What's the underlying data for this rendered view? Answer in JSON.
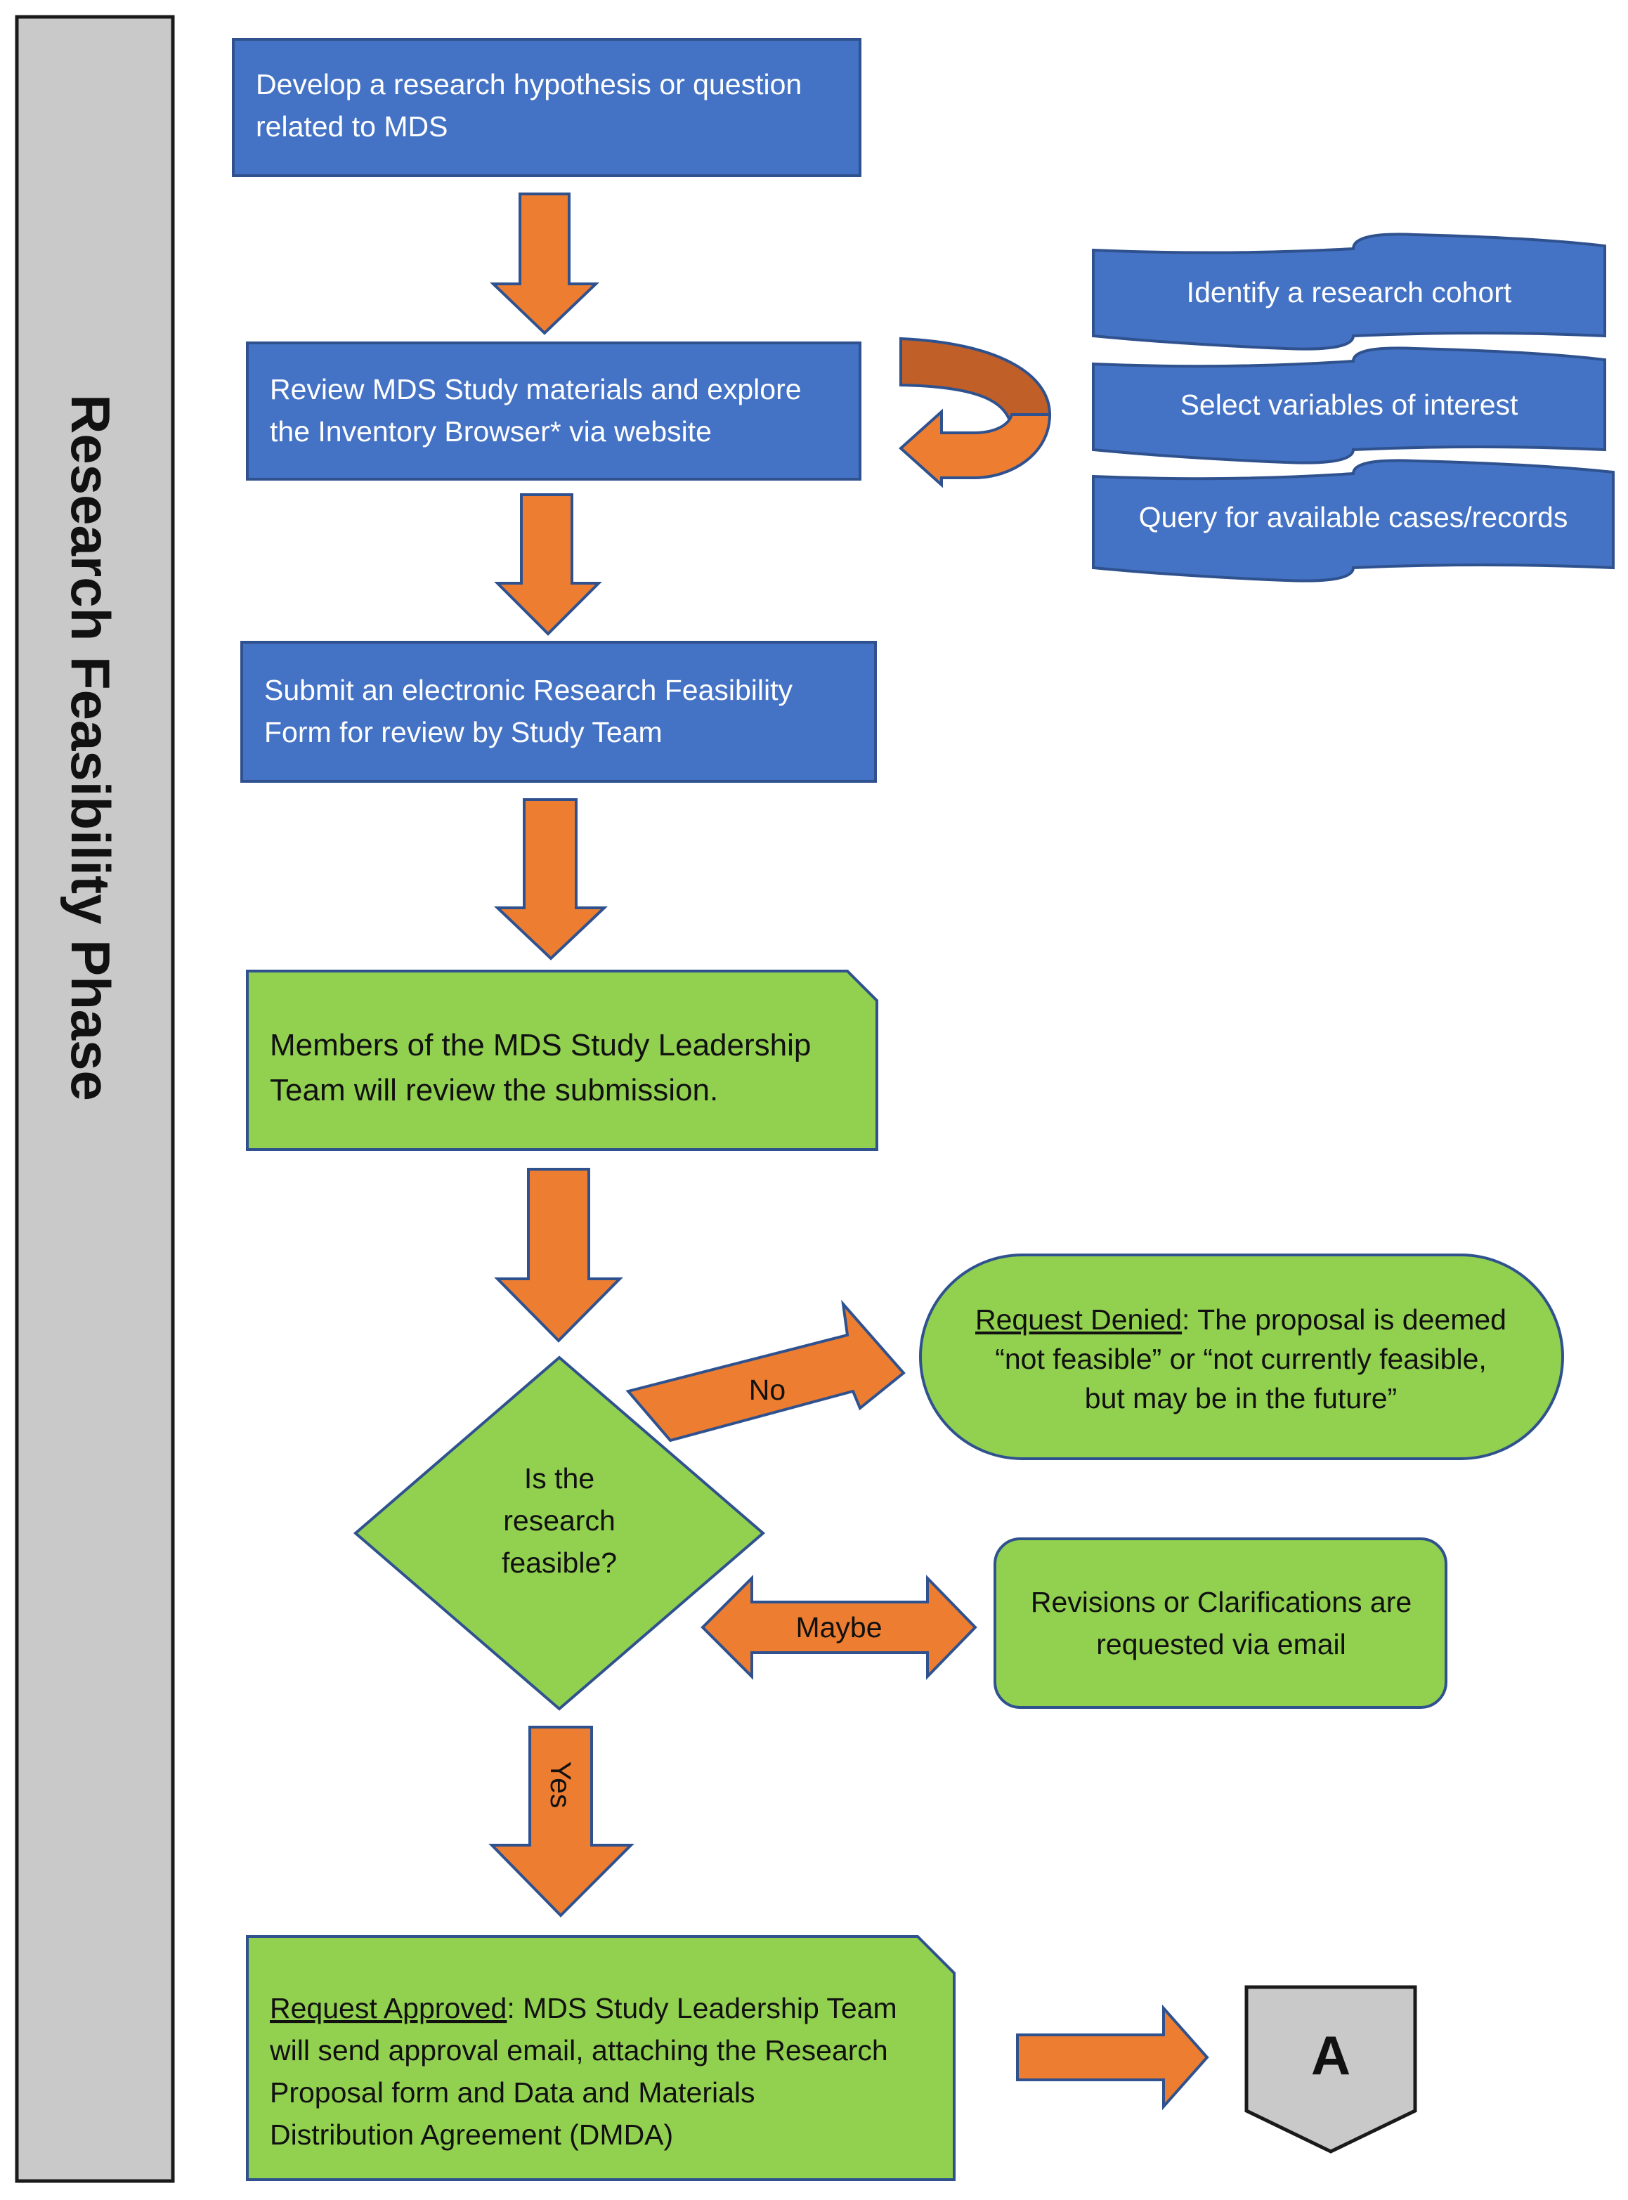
{
  "phase_label": "Research Feasibility Phase",
  "steps": {
    "develop": [
      "Develop a research hypothesis or question",
      "related to MDS"
    ],
    "review": [
      "Review MDS Study materials and explore",
      "the Inventory Browser* via website"
    ],
    "submit": [
      "Submit an electronic Research Feasibility",
      "Form for review by Study Team"
    ],
    "leadership_review": [
      "Members of the MDS Study Leadership",
      "Team will review the submission."
    ]
  },
  "inventory_steps": [
    "Identify a research cohort",
    "Select variables of interest",
    "Query for available cases/records"
  ],
  "decision": [
    "Is the",
    "research",
    "feasible?"
  ],
  "branches": {
    "no": "No",
    "maybe": "Maybe",
    "yes": "Yes"
  },
  "outcomes": {
    "denied": {
      "heading": "Request Denied",
      "line1_rest": ": The proposal is deemed",
      "line2": "“not feasible” or “not currently feasible,",
      "line3": "but may be in the future”"
    },
    "revisions": [
      "Revisions or Clarifications are",
      "requested via email"
    ],
    "approved": {
      "heading": "Request Approved",
      "line1_rest": ": MDS Study Leadership Team",
      "line2": "will send approval email, attaching the Research",
      "line3": "Proposal form and Data and Materials",
      "line4": "Distribution Agreement (DMDA)"
    }
  },
  "connector": "A",
  "colors": {
    "blue": "#4472c4",
    "green": "#92d050",
    "orange": "#ed7d31",
    "gray": "#c9c9c9",
    "outline": "#2f528f"
  }
}
